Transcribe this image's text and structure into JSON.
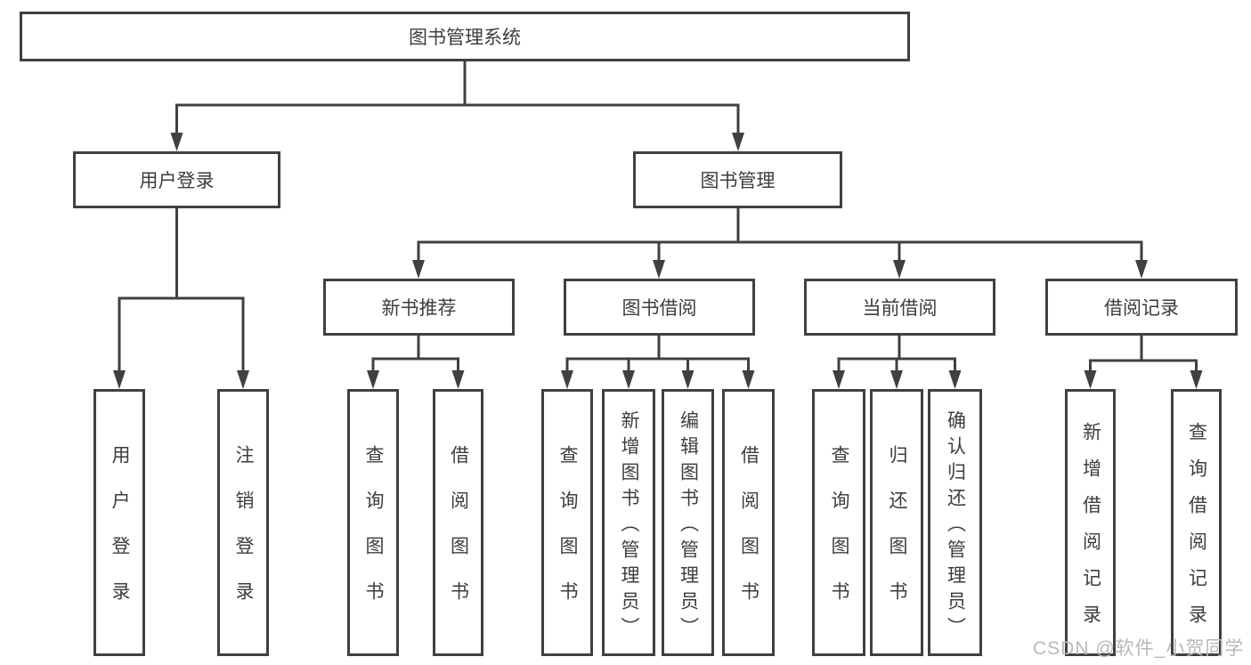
{
  "diagram": {
    "root": {
      "label": "图书管理系统"
    },
    "branches": [
      {
        "label": "用户登录",
        "children": [
          {
            "label": "用户登录"
          },
          {
            "label": "注销登录"
          }
        ]
      },
      {
        "label": "图书管理",
        "children": [
          {
            "label": "新书推荐",
            "children": [
              {
                "label": "查询图书"
              },
              {
                "label": "借阅图书"
              }
            ]
          },
          {
            "label": "图书借阅",
            "children": [
              {
                "label": "查询图书"
              },
              {
                "label": "新增图书（管理员）"
              },
              {
                "label": "编辑图书（管理员）"
              },
              {
                "label": "借阅图书"
              }
            ]
          },
          {
            "label": "当前借阅",
            "children": [
              {
                "label": "查询图书"
              },
              {
                "label": "归还图书"
              },
              {
                "label": "确认归还（管理员）"
              }
            ]
          },
          {
            "label": "借阅记录",
            "children": [
              {
                "label": "新增借阅记录"
              },
              {
                "label": "查询借阅记录"
              }
            ]
          }
        ]
      }
    ]
  },
  "watermark": {
    "text": "CSDN @软件_小贺同学"
  },
  "colors": {
    "line": "#404040",
    "text": "#3d3d3d",
    "watermark": "#b9b9b9",
    "background": "#ffffff"
  }
}
